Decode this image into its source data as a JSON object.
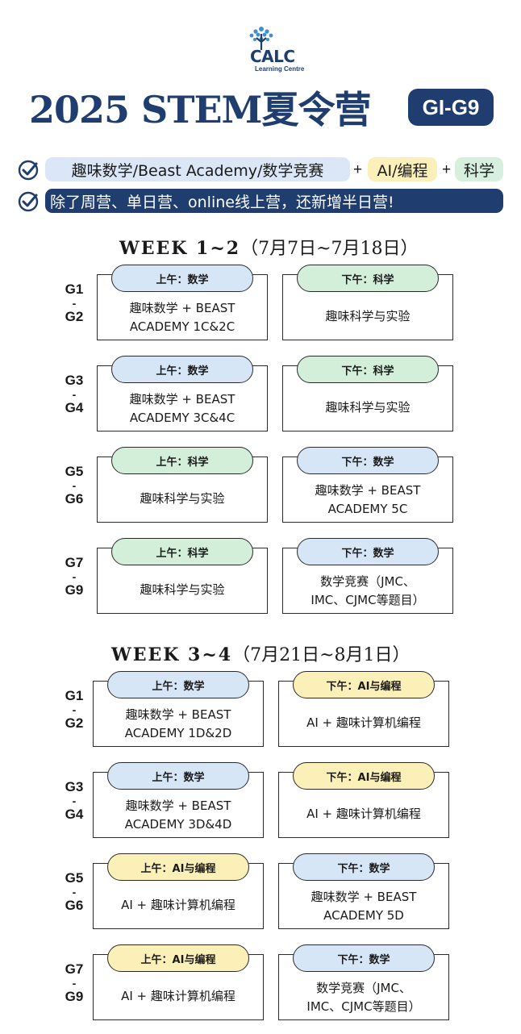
{
  "logo": {
    "name": "CALC",
    "subtitle": "Learning Centre"
  },
  "title": "2025 STEM夏令营",
  "grade_range": "GI-G9",
  "features": {
    "line1": {
      "math": "趣味数学/Beast Academy/数学竞赛",
      "plus1": "+",
      "ai": "AI/编程",
      "plus2": "+",
      "science": "科学"
    },
    "line2": "除了周营、单日营、online线上营，还新增半日营!"
  },
  "colors": {
    "navy": "#1f3d6e",
    "math_pill": "#d7e6f6",
    "science_pill": "#d3efd9",
    "ai_pill": "#fbf0b7"
  },
  "weeks": [
    {
      "label": "WEEK 1~2",
      "dates": "（7月7日~7月18日）",
      "rows": [
        {
          "grade_top": "G1",
          "dash": "-",
          "grade_bottom": "G2",
          "am": {
            "label": "上午：数学",
            "subject": "math",
            "text": "趣味数学 + BEAST\nACADEMY 1C&2C"
          },
          "pm": {
            "label": "下午：科学",
            "subject": "science",
            "text": "趣味科学与实验"
          }
        },
        {
          "grade_top": "G3",
          "dash": "-",
          "grade_bottom": "G4",
          "am": {
            "label": "上午：数学",
            "subject": "math",
            "text": "趣味数学 + BEAST\nACADEMY 3C&4C"
          },
          "pm": {
            "label": "下午：科学",
            "subject": "science",
            "text": "趣味科学与实验"
          }
        },
        {
          "grade_top": "G5",
          "dash": "-",
          "grade_bottom": "G6",
          "am": {
            "label": "上午：科学",
            "subject": "science",
            "text": "趣味科学与实验"
          },
          "pm": {
            "label": "下午：数学",
            "subject": "math",
            "text": "趣味数学 + BEAST\nACADEMY 5C"
          }
        },
        {
          "grade_top": "G7",
          "dash": "-",
          "grade_bottom": "G9",
          "am": {
            "label": "上午：科学",
            "subject": "science",
            "text": "趣味科学与实验"
          },
          "pm": {
            "label": "下午：数学",
            "subject": "math",
            "text": "数学竞赛（JMC、\nIMC、CJMC等题目）"
          }
        }
      ]
    },
    {
      "label": "WEEK 3~4",
      "dates": "（7月21日~8月1日）",
      "rows": [
        {
          "grade_top": "G1",
          "dash": "-",
          "grade_bottom": "G2",
          "am": {
            "label": "上午：数学",
            "subject": "math",
            "text": "趣味数学 + BEAST\nACADEMY 1D&2D"
          },
          "pm": {
            "label": "下午：AI与编程",
            "subject": "ai",
            "text": "AI + 趣味计算机编程"
          }
        },
        {
          "grade_top": "G3",
          "dash": "-",
          "grade_bottom": "G4",
          "am": {
            "label": "上午：数学",
            "subject": "math",
            "text": "趣味数学 + BEAST\nACADEMY 3D&4D"
          },
          "pm": {
            "label": "下午：AI与编程",
            "subject": "ai",
            "text": "AI + 趣味计算机编程"
          }
        },
        {
          "grade_top": "G5",
          "dash": "-",
          "grade_bottom": "G6",
          "am": {
            "label": "上午：AI与编程",
            "subject": "ai",
            "text": "AI + 趣味计算机编程"
          },
          "pm": {
            "label": "下午：数学",
            "subject": "math",
            "text": "趣味数学 + BEAST\nACADEMY 5D"
          }
        },
        {
          "grade_top": "G7",
          "dash": "-",
          "grade_bottom": "G9",
          "am": {
            "label": "上午：AI与编程",
            "subject": "ai",
            "text": "AI + 趣味计算机编程"
          },
          "pm": {
            "label": "下午：数学",
            "subject": "math",
            "text": "数学竞赛（JMC、\nIMC、CJMC等题目）"
          }
        }
      ]
    }
  ]
}
